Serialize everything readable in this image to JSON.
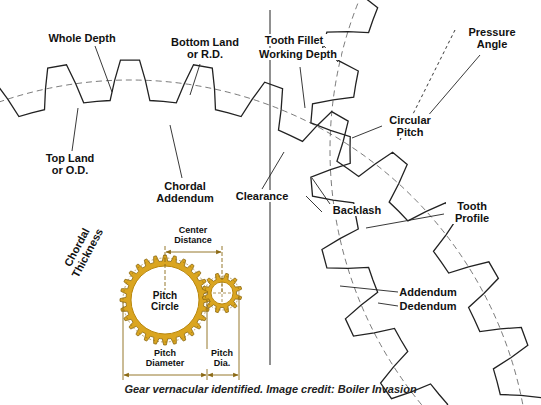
{
  "diagram": {
    "caption": "Gear vernacular identified. Image credit: Boiler Invasion",
    "labels": [
      "Whole Depth",
      "Bottom Land or R.D.",
      "Tooth Fillet",
      "Working Depth",
      "Pressure Angle",
      "Top Land or O.D.",
      "Chordal Addendum",
      "Circular Pitch",
      "Clearance",
      "Backlash",
      "Tooth Profile",
      "Chordal Thickness",
      "Center Distance",
      "Pitch Circle",
      "Pitch Diameter",
      "Pitch Dia.",
      "Addendum",
      "Dedendum"
    ]
  }
}
